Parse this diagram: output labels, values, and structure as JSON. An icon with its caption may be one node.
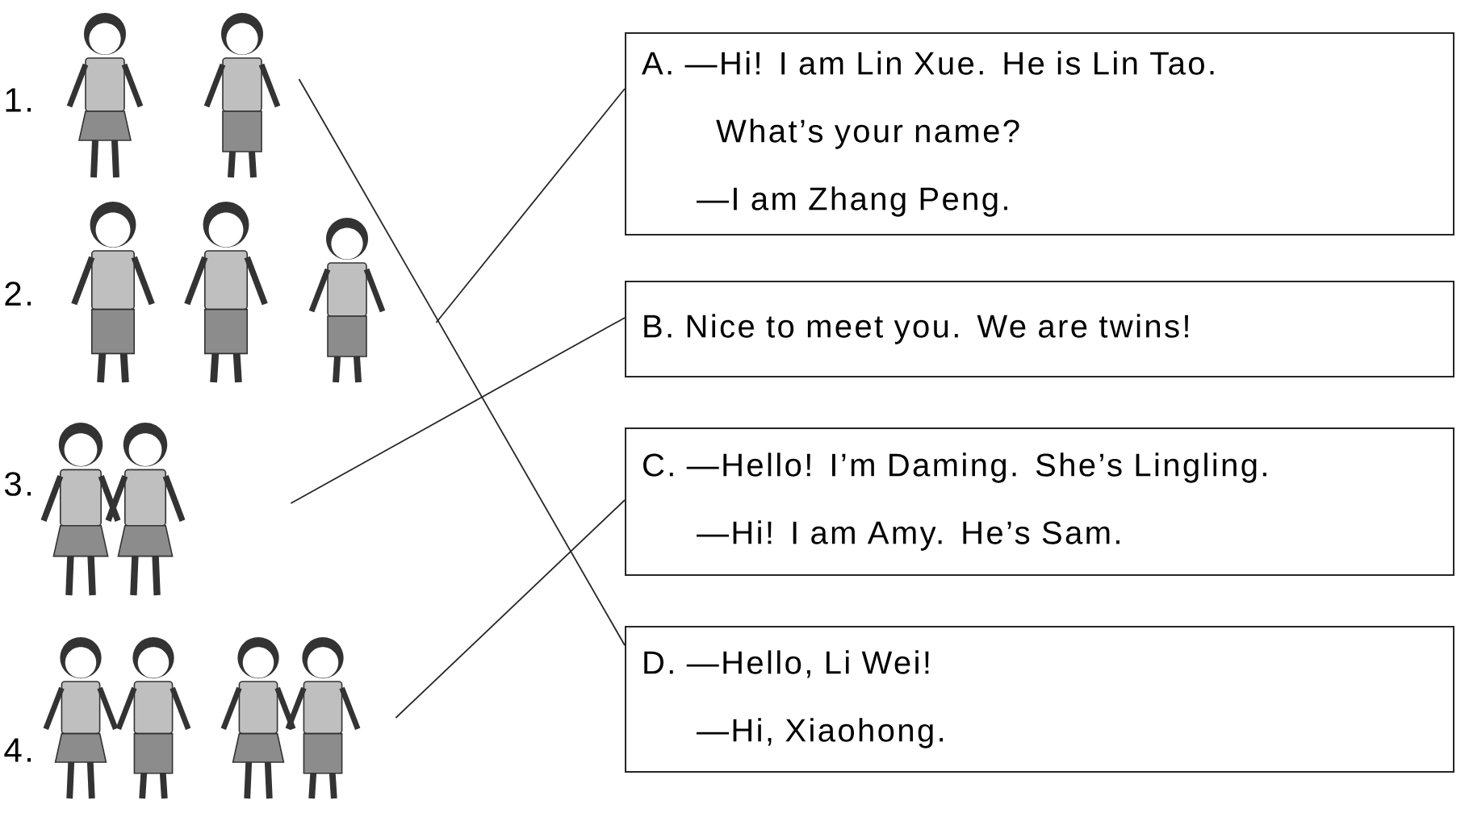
{
  "diagram": {
    "nodes": [
      {
        "text": [],
        "shape": "picture",
        "beside": [
          "1."
        ]
      },
      {
        "text": [],
        "shape": "picture",
        "beside": [
          "2."
        ]
      },
      {
        "text": [],
        "shape": "picture",
        "beside": [
          "3."
        ]
      },
      {
        "text": [],
        "shape": "picture",
        "beside": [
          "4."
        ]
      },
      {
        "text": [
          "A. —Hi! I am Lin Xue. He is Lin Tao. What’s your name?",
          "—I am Zhang Peng."
        ]
      },
      {
        "text": [
          "B. Nice to meet you. We are twins!"
        ]
      },
      {
        "text": [
          "C. —Hello! I’m Daming. She’s Lingling.",
          "—Hi! I am Amy. He’s Sam."
        ]
      },
      {
        "text": [
          "D. —Hello, Li Wei!",
          "—Hi, Xiaohong."
        ]
      }
    ],
    "edges": [
      {
        "from": 0,
        "to": 7,
        "arrow": "none"
      },
      {
        "from": 1,
        "to": 4,
        "arrow": "none"
      },
      {
        "from": 2,
        "to": 5,
        "arrow": "none"
      },
      {
        "from": 3,
        "to": 6,
        "arrow": "none"
      }
    ]
  }
}
